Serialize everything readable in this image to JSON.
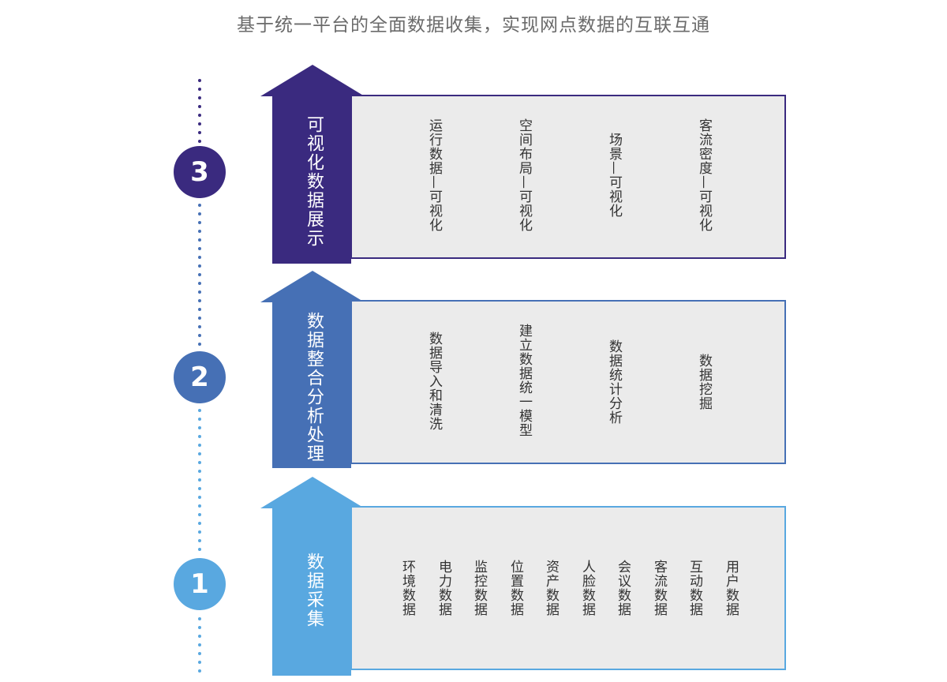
{
  "title": "基于统一平台的全面数据收集，实现网点数据的互联互通",
  "colors": {
    "layer3": "#3a2a7f",
    "layer2": "#4670b5",
    "layer1": "#59a8e0"
  },
  "layers": [
    {
      "number": "3",
      "label": "可视化数据展示",
      "items": [
        "运行数据—可视化",
        "空间布局—可视化",
        "场景—可视化",
        "客流密度—可视化"
      ]
    },
    {
      "number": "2",
      "label": "数据整合分析处理",
      "items": [
        "数据导入和清洗",
        "建立数据统一模型",
        "数据统计分析",
        "数据挖掘"
      ]
    },
    {
      "number": "1",
      "label": "数据采集",
      "items": [
        "环境数据",
        "电力数据",
        "监控数据",
        "位置数据",
        "资产数据",
        "人脸数据",
        "会议数据",
        "客流数据",
        "互动数据",
        "用户数据"
      ]
    }
  ]
}
